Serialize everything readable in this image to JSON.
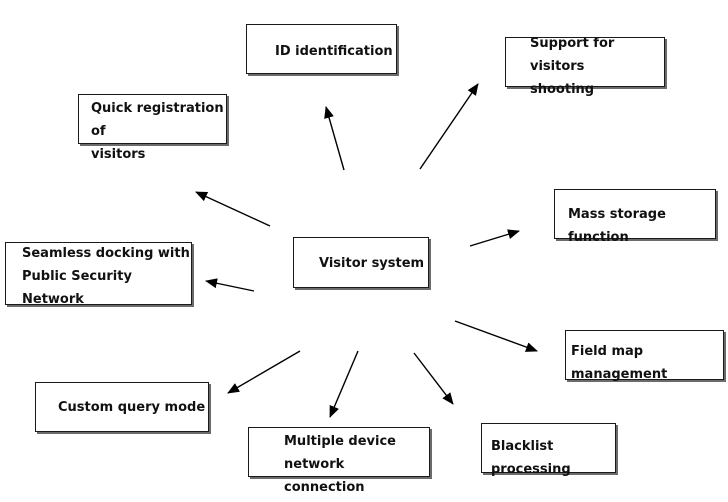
{
  "diagram": {
    "center": {
      "label": "Visitor system"
    },
    "nodes": [
      {
        "id": "id-identification",
        "label": "ID identification"
      },
      {
        "id": "support-visitors-shooting",
        "label": "Support for visitors\nshooting"
      },
      {
        "id": "quick-registration",
        "label": "Quick registration of\nvisitors"
      },
      {
        "id": "mass-storage",
        "label": "Mass storage function"
      },
      {
        "id": "seamless-docking",
        "label": "Seamless docking with\nPublic Security Network"
      },
      {
        "id": "field-map",
        "label": "Field map management"
      },
      {
        "id": "custom-query",
        "label": "Custom query mode"
      },
      {
        "id": "multiple-device",
        "label": "Multiple device\nnetwork connection"
      },
      {
        "id": "blacklist",
        "label": "Blacklist processing"
      }
    ],
    "line_color": "#000000"
  }
}
